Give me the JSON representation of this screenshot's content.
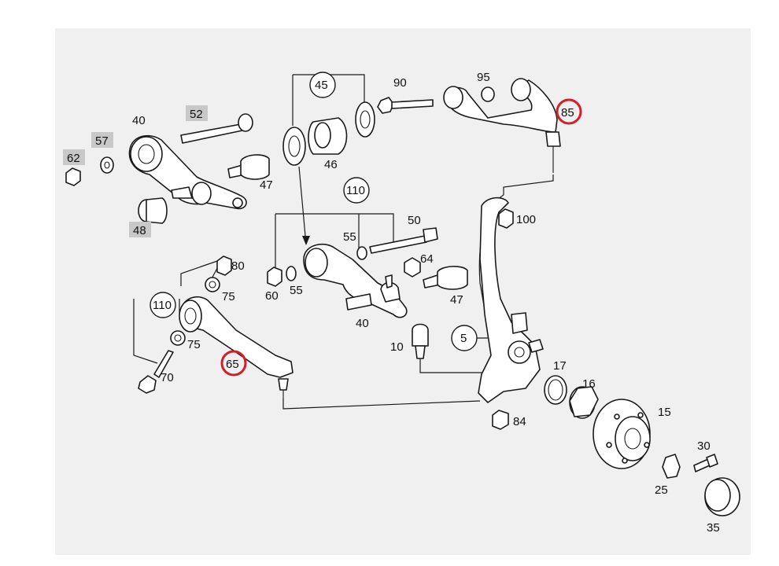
{
  "colors": {
    "panel": "#f0f0f0",
    "highlight": "#d0202a",
    "label_box": "#c8c8c8",
    "ink": "#1a1a1a"
  },
  "labels": {
    "p40a": "40",
    "p52": "52",
    "p57": "57",
    "p62": "62",
    "p47a": "47",
    "p48": "48",
    "p45": "45",
    "p46": "46",
    "p90": "90",
    "p95": "95",
    "p85": "85",
    "p110a": "110",
    "p50": "50",
    "p55a": "55",
    "p64": "64",
    "p60": "60",
    "p55b": "55",
    "p47b": "47",
    "p40b": "40",
    "p100": "100",
    "p80": "80",
    "p75a": "75",
    "p110b": "110",
    "p75b": "75",
    "p65": "65",
    "p70": "70",
    "p10": "10",
    "p5": "5",
    "p17": "17",
    "p16": "16",
    "p15": "15",
    "p84": "84",
    "p30": "30",
    "p25": "25",
    "p35": "35"
  },
  "highlighted_parts": [
    "85",
    "65"
  ],
  "grey_boxed_parts": [
    "52",
    "57",
    "62",
    "48"
  ]
}
